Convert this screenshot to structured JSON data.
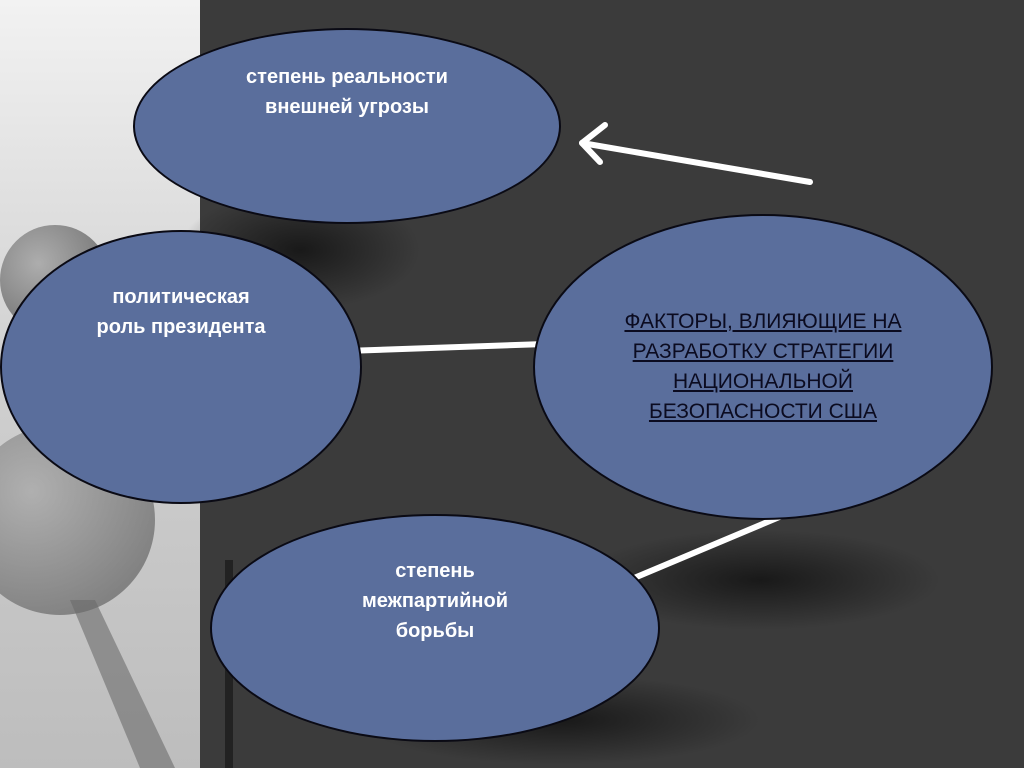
{
  "center": {
    "lines": [
      "ФАКТОРЫ, ВЛИЯЮЩИЕ НА",
      "РАЗРАБОТКУ СТРАТЕГИИ",
      "НАЦИОНАЛЬНОЙ",
      "БЕЗОПАСНОСТИ США"
    ]
  },
  "factors": {
    "threat": [
      "степень реальности",
      "внешней угрозы"
    ],
    "president": [
      "политическая",
      "роль президента"
    ],
    "partisan": [
      "степень",
      "межпартийной",
      "борьбы"
    ]
  },
  "colors": {
    "node_fill": "#5a6e9c",
    "node_border": "#0a0a14",
    "arrow": "#ffffff",
    "center_text": "#0b0b20"
  }
}
